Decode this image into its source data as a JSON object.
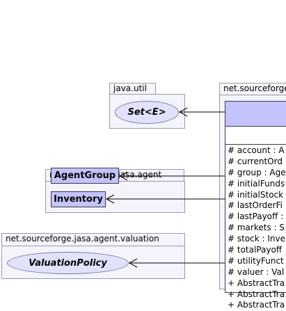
{
  "packages": {
    "java_util": {
      "name": "java.util"
    },
    "agent": {
      "name": "net.sourceforge.jasa.agent"
    },
    "valuation": {
      "name": "net.sourceforge.jasa.agent.valuation"
    },
    "main": {
      "name": "net.sourceforge"
    }
  },
  "classes": {
    "set": "Set<E>",
    "agent_group": "AgentGroup",
    "inventory": "Inventory",
    "valuation_policy": "ValuationPolicy"
  },
  "main_class": {
    "members": [
      "# account : A",
      "# currentOrd",
      "# group : Age",
      "# initialFunds",
      "# initialStock",
      "# lastOrderFi",
      "# lastPayoff :",
      "# markets : S",
      "# stock : Inve",
      "# totalPayoff",
      "# utilityFunct",
      "# valuer : Val",
      "+ AbstractTra",
      "+ AbstractTra",
      "+ AbstractTra"
    ]
  },
  "colors": {
    "class_fill": "#c4c4fc",
    "interface_fill": "#e2e2fc",
    "package_fill": "#f4f4fc",
    "package_border": "#9a9aa6"
  }
}
